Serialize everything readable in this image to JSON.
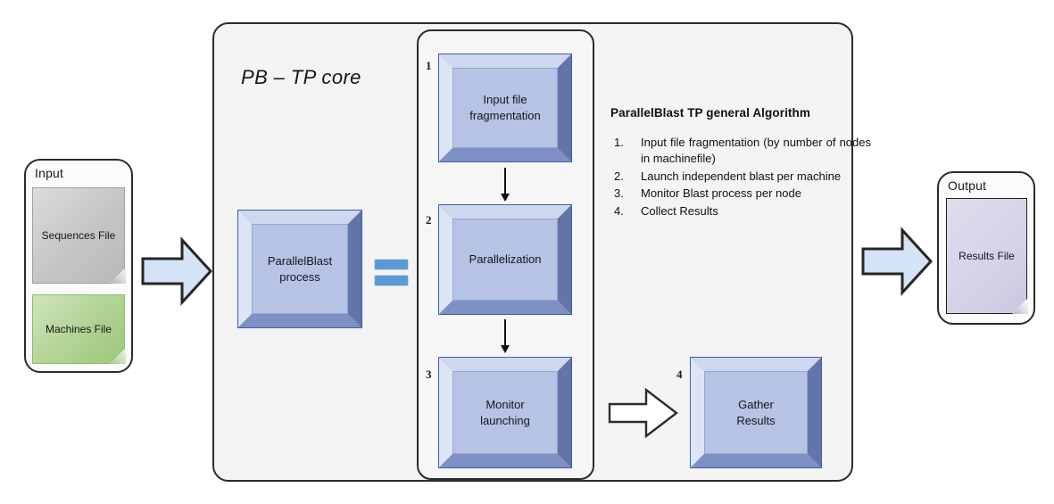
{
  "diagram": {
    "core_title": "PB – TP core",
    "input_panel": {
      "label": "Input",
      "files": [
        {
          "name": "Sequences File",
          "color": "#c9c9c9"
        },
        {
          "name": "Machines File",
          "color": "#a9d08e"
        }
      ]
    },
    "output_panel": {
      "label": "Output",
      "files": [
        {
          "name": "Results File",
          "color": "#d7d3e8"
        }
      ]
    },
    "process_box": {
      "label": "ParallelBlast\nprocess"
    },
    "equals_symbol": "=",
    "steps": [
      {
        "number": "1",
        "label": "Input file\nfragmentation"
      },
      {
        "number": "2",
        "label": "Parallelization"
      },
      {
        "number": "3",
        "label": "Monitor\nlaunching"
      },
      {
        "number": "4",
        "label": "Gather\nResults"
      }
    ],
    "algorithm": {
      "title": "ParallelBlast TP general Algorithm",
      "items": [
        {
          "marker": "1.",
          "text": "Input file fragmentation (by number of nodes in machinefile)"
        },
        {
          "marker": "2.",
          "text": "Launch independent blast per machine"
        },
        {
          "marker": "3.",
          "text": "Monitor Blast process per node"
        },
        {
          "marker": "4.",
          "text": "Collect Results"
        }
      ]
    },
    "colors": {
      "box_face": "#b6c3e4",
      "box_border": "#3f5fa8",
      "arrow_fill": "#d4e3f5",
      "equals_fill": "#5b9bd5",
      "panel_bg": "#f4f4f4"
    }
  }
}
